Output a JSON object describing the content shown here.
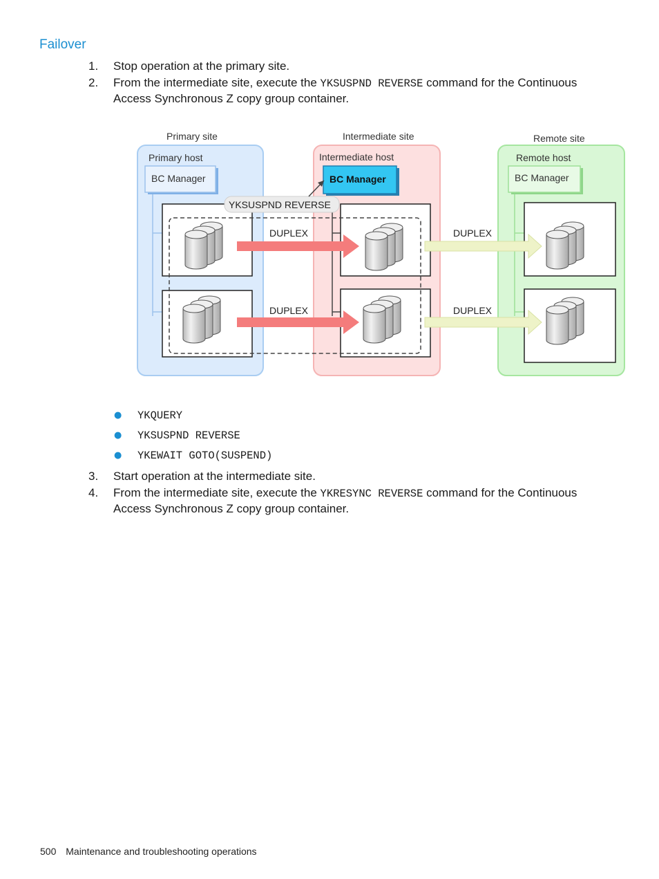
{
  "section": {
    "title": "Failover"
  },
  "steps": [
    {
      "number": "1.",
      "text": "Stop operation at the primary site."
    },
    {
      "number": "2.",
      "text_before": "From the intermediate site, execute the ",
      "command": "YKSUSPND REVERSE",
      "text_after": " command for the Continuous",
      "text_line2": "Access Synchronous Z copy group container."
    },
    {
      "number": "3.",
      "text": "Start operation at the intermediate site."
    },
    {
      "number": "4.",
      "text_before": "From the intermediate site, execute the ",
      "command": "YKRESYNC REVERSE",
      "text_after": " command for the Continuous",
      "text_line2": "Access Synchronous Z copy group container."
    }
  ],
  "bullets": [
    "YKQUERY",
    "YKSUSPND REVERSE",
    "YKEWAIT GOTO(SUSPEND)"
  ],
  "diagram": {
    "primary_site": "Primary site",
    "intermediate_site": "Intermediate site",
    "remote_site": "Remote site",
    "primary_host": "Primary host",
    "intermediate_host": "Intermediate host",
    "remote_host": "Remote host",
    "bc_manager": "BC Manager",
    "command_callout": "YKSUSPND REVERSE",
    "duplex": "DUPLEX",
    "colors": {
      "primary_fill": "#dcebfc",
      "primary_stroke": "#a9cdf2",
      "intermediate_fill": "#fde0e0",
      "intermediate_stroke": "#f5b4b4",
      "remote_fill": "#d9f7d6",
      "remote_stroke": "#a6e6a0",
      "active_arrow": "#f47c7c",
      "inactive_arrow": "#eef3c8",
      "bc_active": "#33c6f2"
    }
  },
  "footer": {
    "page_number": "500",
    "title": "Maintenance and troubleshooting operations"
  }
}
